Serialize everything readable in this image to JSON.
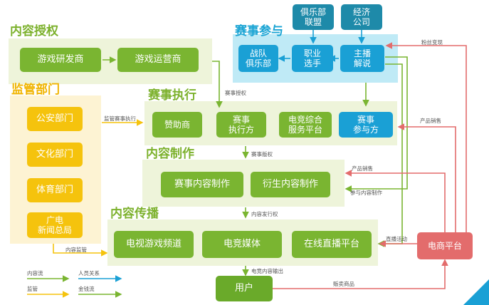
{
  "sections": {
    "content_auth": "内容授权",
    "regulator": "监管部门",
    "participants": "赛事参与",
    "execution": "赛事执行",
    "production": "内容制作",
    "distribution": "内容传播"
  },
  "nodes": {
    "game_dev": "游戏研发商",
    "game_op": "游戏运营商",
    "police": "公安部门",
    "culture": "文化部门",
    "sports": "体育部门",
    "sarft": "广电\n新闻总局",
    "club_league": "俱乐部\n联盟",
    "brokerage": "经济\n公司",
    "team_club": "战队\n俱乐部",
    "pro_player": "职业\n选手",
    "anchor": "主播\n解说",
    "sponsor": "赞助商",
    "executor": "赛事\n执行方",
    "platform": "电竞综合\n服务平台",
    "participant": "赛事\n参与方",
    "event_prod": "赛事内容制作",
    "derivative": "衍生内容制作",
    "tv": "电视游戏频道",
    "media": "电竞媒体",
    "live": "在线直播平台",
    "ecommerce": "电商平台",
    "user": "用户"
  },
  "edge_labels": {
    "event_auth": "赛事授权",
    "supervise_exec": "监管赛事执行",
    "copyright": "赛事版权",
    "distribution_right": "内容发行权",
    "output": "电竞内容输出",
    "content_supervise": "内容监管",
    "fan_monetize": "粉丝变现",
    "product_sales_1": "产品销售",
    "product_sales_2": "产品销售",
    "content_participate": "参与内容制作",
    "live_activity": "直播活动",
    "sell_goods": "贩卖商品"
  },
  "legend": {
    "content_flow": "内容流",
    "people": "人员关系",
    "supervision": "监管",
    "money": "金钱流"
  },
  "colors": {
    "green": "#7ab531",
    "yellow": "#f5c30d",
    "blue": "#1aa0d5",
    "teal": "#1e8aa9",
    "red": "#e36c6c"
  }
}
